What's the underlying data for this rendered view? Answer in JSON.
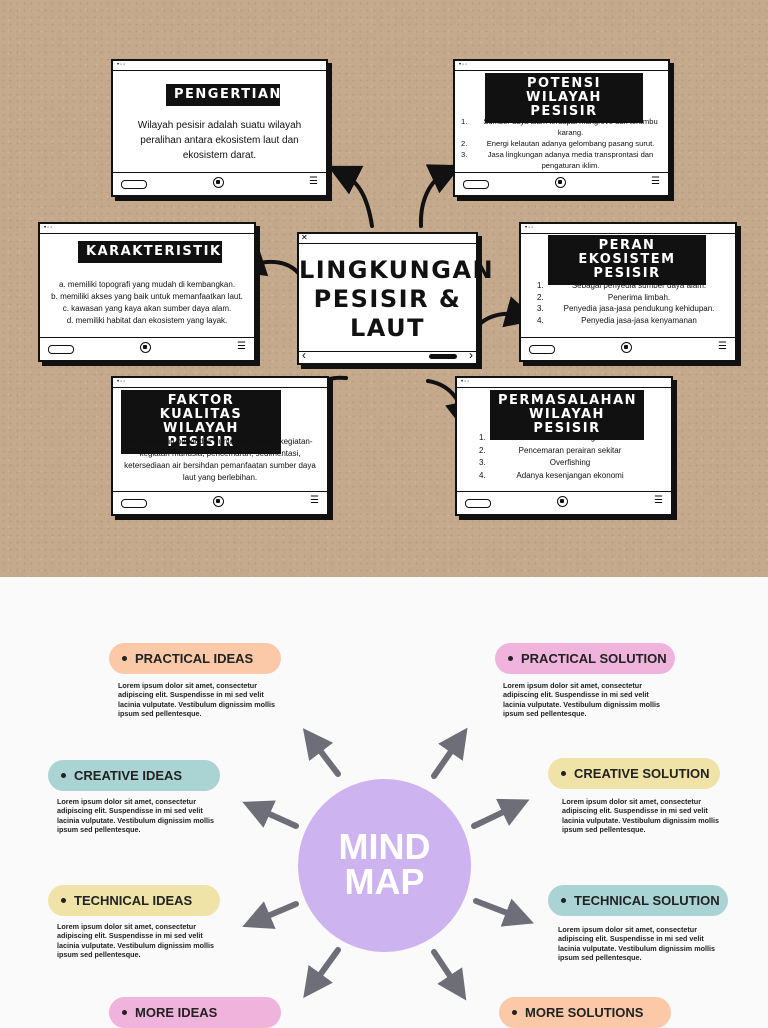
{
  "concept_map": {
    "center_title": [
      "LINGKUNGAN",
      "PESISIR &",
      "LAUT"
    ],
    "cards": {
      "pengertian": {
        "tag": [
          "PENGERTIAN"
        ],
        "text": [
          "Wilayah pesisir adalah suatu wilayah",
          "peralihan antara ekosistem laut dan",
          "ekosistem darat."
        ]
      },
      "potensi": {
        "tag": [
          "POTENSI WILAYAH",
          "PESISIR"
        ],
        "items": [
          {
            "n": "1.",
            "t": "Sumber daya alam terdapat mangrove dan terumbu karang."
          },
          {
            "n": "2.",
            "t": "Energi kelautan adanya  gelombang pasang surut."
          },
          {
            "n": "3.",
            "t": "Jasa lingkungan adanya media transprontasi dan pengaturan iklim."
          }
        ]
      },
      "karakteristik": {
        "tag": [
          "KARAKTERISTIK"
        ],
        "text": [
          "a. memiliki topografi yang mudah di kembangkan.",
          "b. memiliki akses yang baik untuk memanfaatkan laut.",
          "c. kawasan yang kaya akan sumber daya alam.",
          "d. memiliki habitat dan ekosistem yang layak."
        ]
      },
      "peran": {
        "tag": [
          "PERAN EKOSISTEM",
          "PESISIR"
        ],
        "items": [
          {
            "n": "1.",
            "t": "Sebagai penyedia sumber daya alam."
          },
          {
            "n": "2.",
            "t": "Penerima limbah."
          },
          {
            "n": "3.",
            "t": "Penyedia jasa-jasa pendukung kehidupan."
          },
          {
            "n": "4.",
            "t": "Penyedia jasa-jasa kenyamanan"
          }
        ]
      },
      "faktor": {
        "tag": [
          "FAKTOR KUALITAS",
          "WILAYAH PESISIR"
        ],
        "text": [
          "pertumbuhan penduduk dunia yang besar, kegiatan-",
          "kegiatan manusia, pencemaran, sedimentasi,",
          "ketersediaan air bersihdan pemanfaatan sumber daya",
          "laut yang berlebihan."
        ]
      },
      "permasalahan": {
        "tag": [
          "PERMASALAHAN",
          "WILAYAH PESISIR"
        ],
        "items": [
          {
            "n": "1.",
            "t": "Tekanan ekologis"
          },
          {
            "n": "2.",
            "t": "Pencemaran perairan sekitar"
          },
          {
            "n": "3.",
            "t": "Overfishing"
          },
          {
            "n": "4.",
            "t": "Adanya kesenjangan ekonomi"
          }
        ]
      }
    },
    "icons": {
      "window_dots": "•◦◦",
      "close": "✕",
      "menu": "☰",
      "prev": "‹",
      "next": "›"
    }
  },
  "mind_map": {
    "center": [
      "MIND",
      "MAP"
    ],
    "lorem": [
      "Lorem ipsum dolor sit amet, consectetur",
      "adipiscing elit. Suspendisse in mi sed velit",
      "lacinia vulputate. Vestibulum dignissim mollis",
      "ipsum sed pellentesque."
    ],
    "left": [
      {
        "label": "PRACTICAL IDEAS",
        "color": "#fbc9a8"
      },
      {
        "label": "CREATIVE IDEAS",
        "color": "#a9d4d3"
      },
      {
        "label": "TECHNICAL IDEAS",
        "color": "#efe3a8"
      },
      {
        "label": "MORE IDEAS",
        "color": "#f0b3dc"
      }
    ],
    "right": [
      {
        "label": "PRACTICAL SOLUTION",
        "color": "#f0b3dc"
      },
      {
        "label": "CREATIVE SOLUTION",
        "color": "#efe3a8"
      },
      {
        "label": "TECHNICAL SOLUTION",
        "color": "#a9d4d3"
      },
      {
        "label": "MORE SOLUTIONS",
        "color": "#fbc9a8"
      }
    ],
    "circle_color": "#cdb3ef",
    "arrow_color": "#6e6e78"
  }
}
